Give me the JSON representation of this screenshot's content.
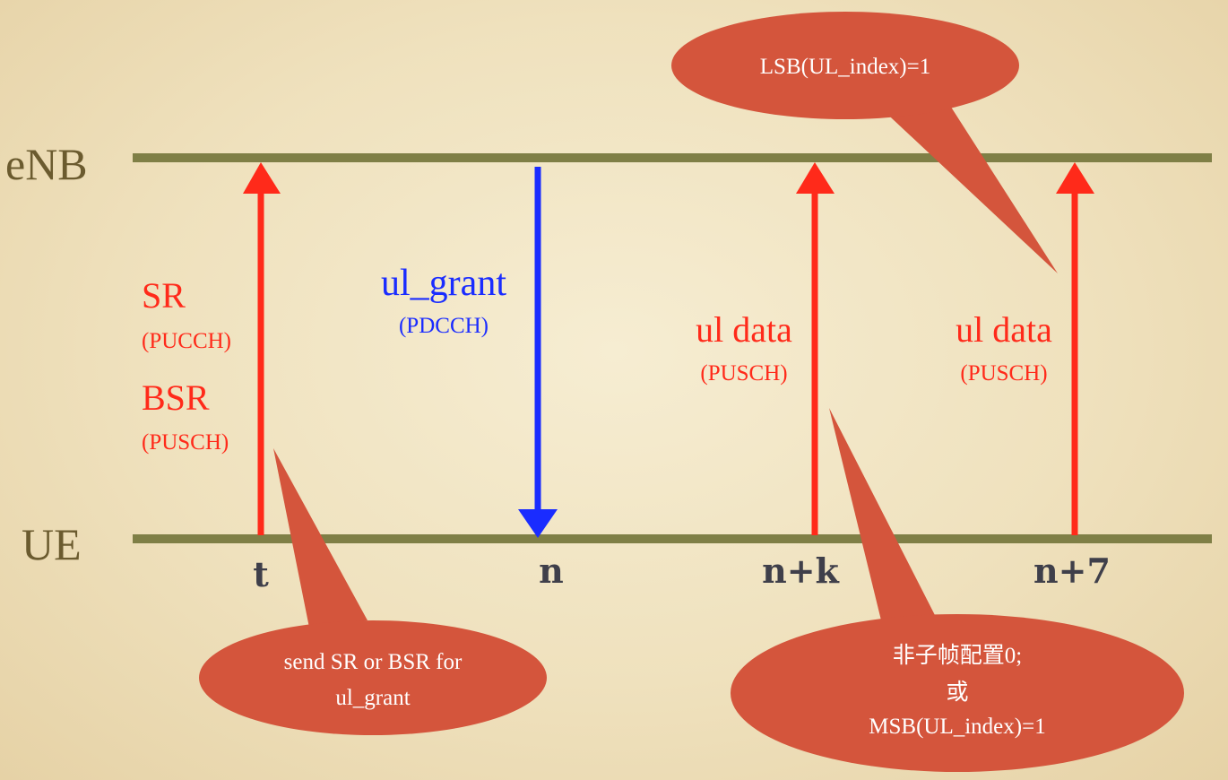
{
  "lanes": {
    "enb": "eNB",
    "ue": "UE"
  },
  "ticks": {
    "t": "t",
    "n": "n",
    "nk": "n+k",
    "n7": "n+7"
  },
  "messages": {
    "sr": "SR",
    "sr_channel": "(PUCCH)",
    "bsr": "BSR",
    "bsr_channel": "(PUSCH)",
    "ul_grant": "ul_grant",
    "ul_grant_channel": "(PDCCH)",
    "ul_data_1": "ul data",
    "ul_data_1_channel": "(PUSCH)",
    "ul_data_2": "ul data",
    "ul_data_2_channel": "(PUSCH)"
  },
  "callouts": {
    "lsb": "LSB(UL_index)=1",
    "send_line1": "send SR or BSR for",
    "send_line2": "ul_grant",
    "msb_line1": "非子帧配置0;",
    "msb_line2": "或",
    "msb_line3": "MSB(UL_index)=1"
  },
  "colors": {
    "lane_line": "#7f7f46",
    "uplink_arrow": "#ff2a1a",
    "downlink_arrow": "#1a2cff",
    "callout_fill": "#d4553c",
    "lane_text": "#6b5b2f",
    "tick_text": "#3f3f4a"
  }
}
